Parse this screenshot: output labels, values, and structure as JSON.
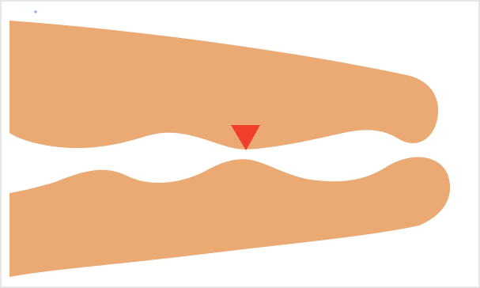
{
  "scene": {
    "colors": {
      "background": "#ffffff",
      "shape_fill": "#EBAA73",
      "marker_fill": "#F13F2C",
      "frame_line": "#dddddd"
    },
    "elements": [
      {
        "name": "upper-shape",
        "kind": "organic-shape"
      },
      {
        "name": "lower-shape",
        "kind": "organic-shape"
      },
      {
        "name": "down-arrow-marker",
        "kind": "triangle-icon"
      }
    ]
  }
}
